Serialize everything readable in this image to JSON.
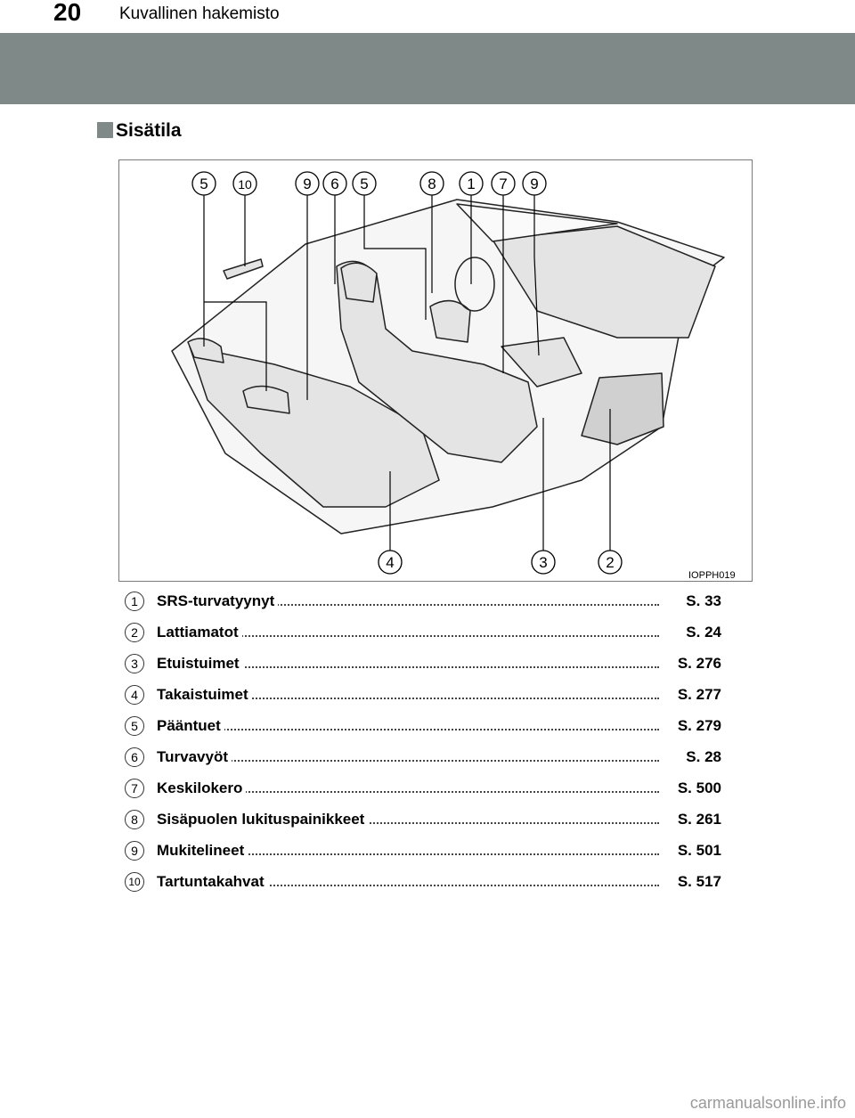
{
  "header": {
    "page_number": "20",
    "chapter_title": "Kuvallinen hakemisto"
  },
  "section": {
    "title": "Sisätila"
  },
  "figure": {
    "code": "IOPPH019",
    "top_callouts": [
      "5",
      "10",
      "9",
      "6",
      "5",
      "8",
      "1",
      "7",
      "9"
    ],
    "bottom_callouts": [
      "4",
      "3",
      "2"
    ]
  },
  "legend": [
    {
      "num": "1",
      "label": "SRS-turvatyynyt",
      "page": "S. 33"
    },
    {
      "num": "2",
      "label": "Lattiamatot",
      "page": "S. 24"
    },
    {
      "num": "3",
      "label": "Etuistuimet",
      "page": "S. 276"
    },
    {
      "num": "4",
      "label": "Takaistuimet",
      "page": "S. 277"
    },
    {
      "num": "5",
      "label": "Pääntuet",
      "page": "S. 279"
    },
    {
      "num": "6",
      "label": "Turvavyöt",
      "page": "S. 28"
    },
    {
      "num": "7",
      "label": "Keskilokero",
      "page": "S. 500"
    },
    {
      "num": "8",
      "label": "Sisäpuolen lukituspainikkeet",
      "page": "S. 261"
    },
    {
      "num": "9",
      "label": "Mukitelineet",
      "page": "S. 501"
    },
    {
      "num": "10",
      "label": "Tartuntakahvat",
      "page": "S. 517"
    }
  ],
  "watermark": "carmanualsonline.info",
  "colors": {
    "band": "#7f8987",
    "illustration_fill": "#e4e4e4"
  }
}
